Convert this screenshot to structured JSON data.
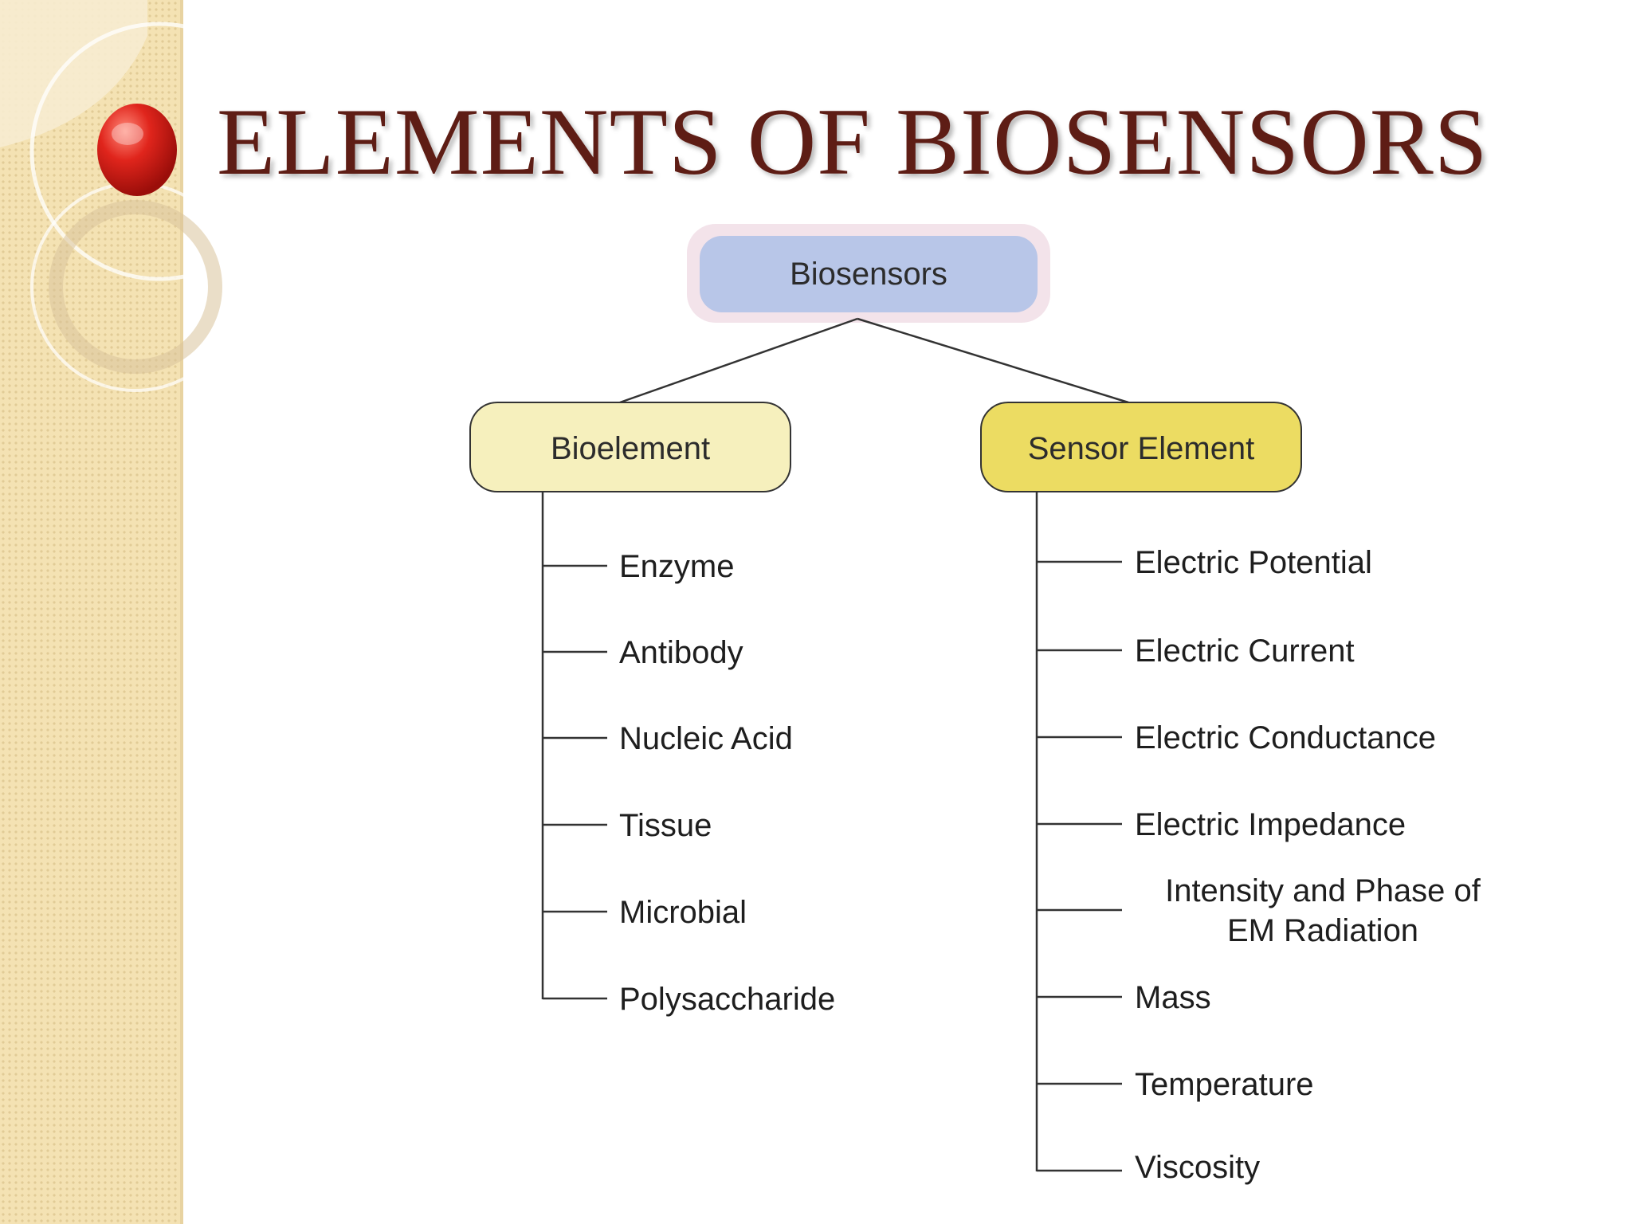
{
  "slide": {
    "title": "ELEMENTS OF BIOSENSORS"
  },
  "diagram": {
    "root": "Biosensors",
    "branches": [
      {
        "label": "Bioelement",
        "children": [
          "Enzyme",
          "Antibody",
          "Nucleic Acid",
          "Tissue",
          "Microbial",
          "Polysaccharide"
        ]
      },
      {
        "label": "Sensor Element",
        "children": [
          [
            "Electric Potential"
          ],
          [
            "Electric Current"
          ],
          [
            "Electric Conductance"
          ],
          [
            "Electric Impedance"
          ],
          [
            "Intensity and Phase of",
            "EM Radiation"
          ],
          [
            "Mass"
          ],
          [
            "Temperature"
          ],
          [
            "Viscosity"
          ]
        ]
      }
    ]
  },
  "colors": {
    "title": "#5e1d15",
    "root_fill": "#b8c6e8",
    "root_halo": "#f3e3ea",
    "bioelement_fill": "#f6f0bd",
    "sensor_fill": "#ecdc62",
    "line": "#333333",
    "bullet": "#d7261f"
  }
}
